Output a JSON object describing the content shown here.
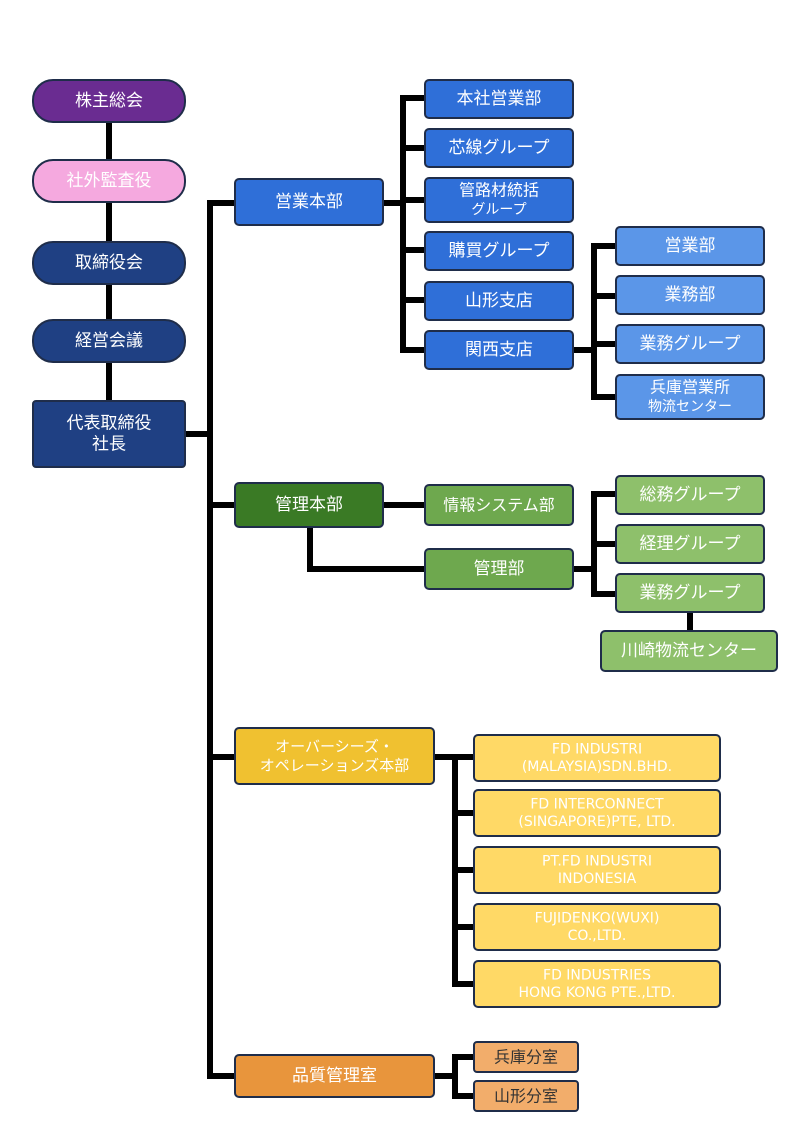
{
  "colors": {
    "line": "#000000",
    "border": "#1f2d4a",
    "purple": "#6a2c91",
    "pink": "#f5a9df",
    "navy": "#1f4083",
    "blue": "#2f6fd8",
    "lightblue": "#5b96e8",
    "darkgreen": "#3a7a25",
    "green": "#6ea84e",
    "lightgreen": "#8ec06b",
    "gold": "#f0c130",
    "yellow": "#ffd966",
    "orange": "#e8953c",
    "lightorange": "#f2ad6b"
  },
  "nodes": {
    "shareholders": {
      "lines": [
        "株主総会"
      ],
      "color": "purple",
      "text": "#ffffff"
    },
    "auditors": {
      "lines": [
        "社外監査役"
      ],
      "color": "pink",
      "text": "#ffffff"
    },
    "board": {
      "lines": [
        "取締役会"
      ],
      "color": "navy",
      "text": "#ffffff"
    },
    "mgmt_meeting": {
      "lines": [
        "経営会議"
      ],
      "color": "navy",
      "text": "#ffffff"
    },
    "president": {
      "lines": [
        "代表取締役",
        "社長"
      ],
      "color": "navy",
      "text": "#ffffff"
    },
    "sales_hq": {
      "lines": [
        "営業本部"
      ],
      "color": "blue",
      "text": "#ffffff"
    },
    "head_sales": {
      "lines": [
        "本社営業部"
      ],
      "color": "blue",
      "text": "#ffffff"
    },
    "core_group": {
      "lines": [
        "芯線グループ"
      ],
      "color": "blue",
      "text": "#ffffff"
    },
    "pipe_group": {
      "lines": [
        "管路材統括",
        "グループ"
      ],
      "color": "blue",
      "text": "#ffffff"
    },
    "purchase_group": {
      "lines": [
        "購買グループ"
      ],
      "color": "blue",
      "text": "#ffffff"
    },
    "yamagata_branch": {
      "lines": [
        "山形支店"
      ],
      "color": "blue",
      "text": "#ffffff"
    },
    "kansai_branch": {
      "lines": [
        "関西支店"
      ],
      "color": "blue",
      "text": "#ffffff"
    },
    "k_sales": {
      "lines": [
        "営業部"
      ],
      "color": "lightblue",
      "text": "#ffffff"
    },
    "k_business": {
      "lines": [
        "業務部"
      ],
      "color": "lightblue",
      "text": "#ffffff"
    },
    "k_business_group": {
      "lines": [
        "業務グループ"
      ],
      "color": "lightblue",
      "text": "#ffffff"
    },
    "hyogo_office": {
      "lines": [
        "兵庫営業所",
        "物流センター"
      ],
      "color": "lightblue",
      "text": "#ffffff"
    },
    "admin_hq": {
      "lines": [
        "管理本部"
      ],
      "color": "darkgreen",
      "text": "#ffffff"
    },
    "info_sys": {
      "lines": [
        "情報システム部"
      ],
      "color": "green",
      "text": "#ffffff"
    },
    "admin_dept": {
      "lines": [
        "管理部"
      ],
      "color": "green",
      "text": "#ffffff"
    },
    "general_affairs": {
      "lines": [
        "総務グループ"
      ],
      "color": "lightgreen",
      "text": "#ffffff"
    },
    "accounting": {
      "lines": [
        "経理グループ"
      ],
      "color": "lightgreen",
      "text": "#ffffff"
    },
    "a_business_group": {
      "lines": [
        "業務グループ"
      ],
      "color": "lightgreen",
      "text": "#ffffff"
    },
    "kawasaki_center": {
      "lines": [
        "川崎物流センター"
      ],
      "color": "lightgreen",
      "text": "#ffffff"
    },
    "overseas_hq": {
      "lines": [
        "オーバーシーズ・",
        "オペレーションズ本部"
      ],
      "color": "gold",
      "text": "#ffffff"
    },
    "fd_malaysia": {
      "lines": [
        "FD INDUSTRI",
        "(MALAYSIA)SDN.BHD."
      ],
      "color": "yellow",
      "text": "#ffffff"
    },
    "fd_singapore": {
      "lines": [
        "FD INTERCONNECT",
        "(SINGAPORE)PTE, LTD."
      ],
      "color": "yellow",
      "text": "#ffffff"
    },
    "fd_indonesia": {
      "lines": [
        "PT.FD INDUSTRI",
        "INDONESIA"
      ],
      "color": "yellow",
      "text": "#ffffff"
    },
    "fujidenko_wuxi": {
      "lines": [
        "FUJIDENKO(WUXI)",
        "CO.,LTD."
      ],
      "color": "yellow",
      "text": "#ffffff"
    },
    "fd_hongkong": {
      "lines": [
        "FD INDUSTRIES",
        "HONG KONG PTE.,LTD."
      ],
      "color": "yellow",
      "text": "#ffffff"
    },
    "qa_office": {
      "lines": [
        "品質管理室"
      ],
      "color": "orange",
      "text": "#ffffff"
    },
    "hyogo_qa": {
      "lines": [
        "兵庫分室"
      ],
      "color": "lightorange",
      "text": "#333333"
    },
    "yamagata_qa": {
      "lines": [
        "山形分室"
      ],
      "color": "lightorange",
      "text": "#333333"
    }
  }
}
